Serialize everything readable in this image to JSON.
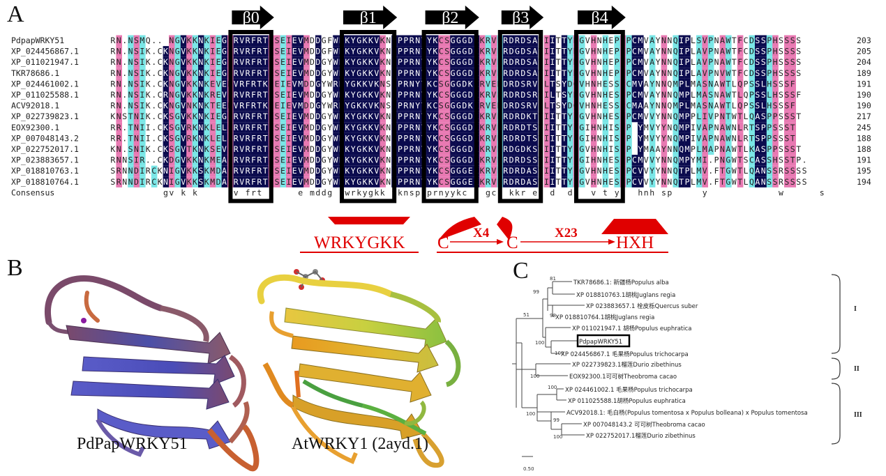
{
  "panels": {
    "a": "A",
    "b": "B",
    "c": "C"
  },
  "alignment": {
    "strands": [
      "β0",
      "β1",
      "β2",
      "β3",
      "β4"
    ],
    "rows": [
      {
        "name": "PdpapWRKY51",
        "seq": "RN.NSMQ...NGVKKNKIEGERVRFRTKSEIEVMDDGFWRKYGKKVKNSPPRNYYKCSGGGDKKRVERDRDSAVIITTYDGVHNHEPSPCMVAYNNQIPLSVPNAWTFCDSSPHSSSS",
        "num": "203"
      },
      {
        "name": "XP_024456867.1",
        "seq": "RN.NSIK.CKNGVKKNKIEGERVRFRTKSEIEVMDDGFWRKYGKKVKNSPPRNYYKCSGGGDKKRVERDGDSAVIITTYDGVHNHEPSPCMVAYNNQIPLAVPNAWTFCDSSPHSSSS",
        "num": "205"
      },
      {
        "name": "XP_011021947.1",
        "seq": "RN.NSIK.CKNGVKKNKIEGERVRFRTKSEIEVMDDGYWRKYGKKVKNSPPRNYYKCSGGGDKKRVERDRDSAVIITTYDGVHNHEPSPCMVAYNNQIPLAVPNAWTFCDSSPHSSSS",
        "num": "204"
      },
      {
        "name": "TKR78686.1",
        "seq": "RN.NSIK.CKNGVKKNKIEGERVRFRTKSEIEVMDDGYWRKYGKKVKNSPPRNYYKCSGGGDKKRVERDRDSAVIITTYDGVHNHEPSPCMVAYNNQIPLAVPNVWTFCDSSPHSSSS",
        "num": "189"
      },
      {
        "name": "XP_024461002.1",
        "seq": "RN.NSIK.CKNGVKKNKEVERVRFRTKSEIEVMDDGYWRKYGKKVKNSPPRNYYKCSGGGDKKRVERDRDSRVILTSYDGVHNHESSPCMVAYNNQMPLMASNAWTLQPSSLHSSSF",
        "num": "191"
      },
      {
        "name": "XP_011025588.1",
        "seq": "RN.NSIK.CRNGVKKNKREVERVRFRTKSEIEVMDDGYWRKYGKKVKNSPPRNYYKCSGGGDKKRVERDRDSRVILTSYDGVHNHESSPCMVAYNNQMPLMASNAWTLQPSSLHSSSF",
        "num": "190"
      },
      {
        "name": "ACV92018.1",
        "seq": "RN.NSIK.CKNGVNKNKTEERVRFRTKSEIEVMDDGYWRKYGKKVKNSPPRNYYKCSGGGDKKRVERDRDSRVILTSYDGVHNHESSPCMAAYNNQMPLMASNAWTLQPSSLHSSSF",
        "num": "190"
      },
      {
        "name": "XP_022739823.1",
        "seq": "KNSTNIK.CKSGVKKNKIEGERVRFRTKSEIEVMDDGYWRKYGKKVKNSPPRNYYKCSGGGDKKRVERDRDKTVIITTYEGVHNHESSPCMVVYNNQMPPLIVPNTWTLQASPPSSST",
        "num": "217"
      },
      {
        "name": "EOX92300.1",
        "seq": "RR.TNII.CKSGVRKNKLELERVRFRTKSEIEVMDDGYWRKYGKKVKNSPPRNYYKCSGGGDKKRVERDRDTSVIITTYEGIHNHISSP.YMVYYNQMPIVAPNAWNLRTSPPSSST",
        "num": "245"
      },
      {
        "name": "XP_007048143.2",
        "seq": "RR.TNII.CKSGVRKNKLELERVRFRTKSEIEVMDDGYWRKYGKKVKNSPPRNYYKCSGGGDKKRVERDRDTSVIITTYEGIHNHISSP.YMVYYNQMPIVAPNAWNLRTSPPSSST",
        "num": "188"
      },
      {
        "name": "XP_022752017.1",
        "seq": "KN.SNIK.CKSGVTKNKSEVERVRFRTKSEIEVMDDGYWRKYGKKVKNSPPRNYYKCSGGGDKKRVERDGDKSVIITTYEGVHNHISSP.YMAAYNNQMPLMAPNAWTLKASPPSSST",
        "num": "188"
      },
      {
        "name": "XP_023883657.1",
        "seq": "RNNSIR..CKDGVKKNKMEAERVRFRTKSEIEVMDDGYWRKYGKKVKNSPPRNYYKCSGGGDKKRVERDRDSSVIITTYEGIHNHESSPCMVVYNNQMPYMI.PNGWTSCASSHSSTP.",
        "num": "191"
      },
      {
        "name": "XP_018810763.1",
        "seq": "SRNNDIRCKNIGVKKSKMDAERVRFRTQSEIEVMDDGYWRKYGKKVKNSPPRNYYKCSGGGEKKRVERDRDASVIITTYEGVHNHESSPCVVYYNNQTPLMV.FTGWTLQANSSRSSSS",
        "num": "195"
      },
      {
        "name": "XP_018810764.1",
        "seq": "SRNNDIRCKNIGVKKSKMDAERVRFRTQSEIEVMDDGYWRKYGKKVKNSPPRNYYKCSGGGEKKRVERDRDASVIITTYEGVHNHESSPCVVYYNNQTPLMV.FTGWTLQANSSRSSSS",
        "num": "194"
      },
      {
        "name": "Consensus",
        "seq": "         gv k k     rv frt      e mddg  wrkygkk vknsp prnyykc s gc  kkr e  d  d   v t y   hnh sp     y            w      s  ",
        "num": ""
      }
    ],
    "motifs": [
      "WRKYGKK",
      "C",
      "X4",
      "C",
      "X23",
      "HXH"
    ],
    "colors": {
      "navy": "#0b0b4e",
      "pink": "#e879b2",
      "cyan": "#79e6e6",
      "red": "#e00000"
    }
  },
  "structures": {
    "left_caption": "PdPapWRKY51",
    "right_caption": "AtWRKY1 (2ayd.1)"
  },
  "tree": {
    "leaves": [
      "TKR78686.1: 新疆杨Populus alba",
      "XP 018810763.1胡桃Juglans regia",
      "XP 023883657.1 栓皮栎Quercus suber",
      "XP 018810764.1胡桃Juglans regia",
      "XP 011021947.1 胡杨Populus euphratica",
      "PdpapWRKY51",
      "XP 024456867.1 毛果杨Populus trichocarpa",
      "XP 022739823.1榴莲Durio zibethinus",
      "EOX92300.1可可树Theobroma cacao",
      "XP 024461002.1 毛果杨Populus trichocarpa",
      "XP 011025588.1胡杨Populus euphratica",
      "ACV92018.1: 毛白杨(Populus tomentosa x Populus bolleana) x Populus tomentosa",
      "XP 007048143.2 可可树Theobroma cacao",
      "XP 022752017.1榴莲Durio zibethinus"
    ],
    "bootstraps": [
      "81",
      "99",
      "98",
      "51",
      "100",
      "100",
      "100",
      "100",
      "100",
      "99",
      "100"
    ],
    "groups": [
      "I",
      "II",
      "III"
    ],
    "scale": "0.50"
  }
}
